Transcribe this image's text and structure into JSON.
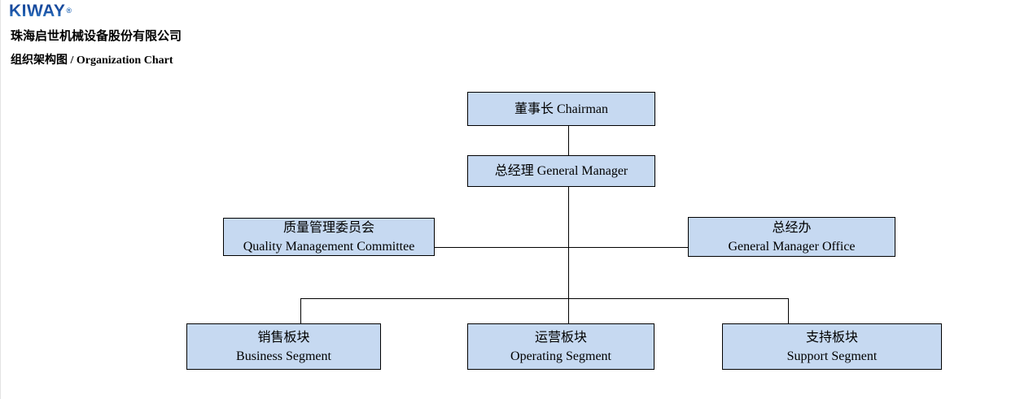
{
  "brand": {
    "logo_text": "KIWAY",
    "registered_mark": "®"
  },
  "header": {
    "company_name": "珠海启世机械设备股份有限公司",
    "chart_title": "组织架构图 / Organization Chart"
  },
  "colors": {
    "node_fill": "#c6d9f1",
    "node_border": "#000000",
    "connector": "#000000",
    "logo_blue_dark": "#123f92",
    "logo_blue_light": "#3f8fd0"
  },
  "org": {
    "chairman": {
      "label": "董事长 Chairman"
    },
    "general_manager": {
      "label": "总经理 General Manager"
    },
    "quality_committee": {
      "line1": "质量管理委员会",
      "line2": "Quality Management Committee"
    },
    "gm_office": {
      "line1": "总经办",
      "line2": "General Manager Office"
    },
    "business_segment": {
      "line1": "销售板块",
      "line2": "Business Segment"
    },
    "operating_segment": {
      "line1": "运营板块",
      "line2": "Operating Segment"
    },
    "support_segment": {
      "line1": "支持板块",
      "line2": "Support Segment"
    }
  }
}
